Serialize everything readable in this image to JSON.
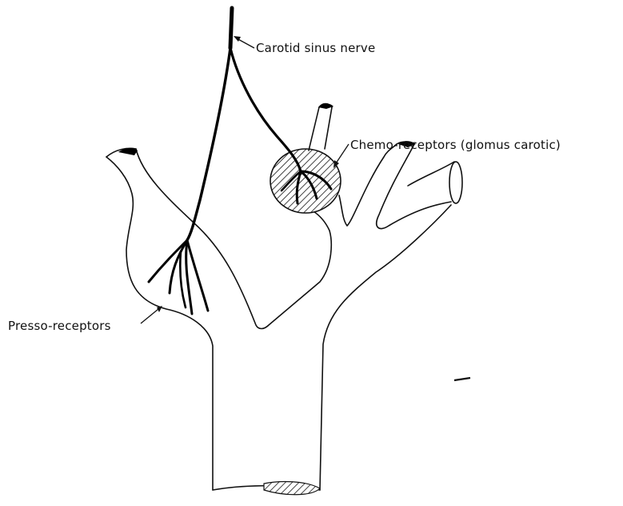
{
  "labels": {
    "carotid_sinus_nerve": "Carotid sinus nerve",
    "chemo_receptors": "Chemo-receptors (glomus carotic)",
    "presso_receptors": "Presso-receptors"
  },
  "colors": {
    "ink": "#111111",
    "paper": "#ffffff"
  }
}
